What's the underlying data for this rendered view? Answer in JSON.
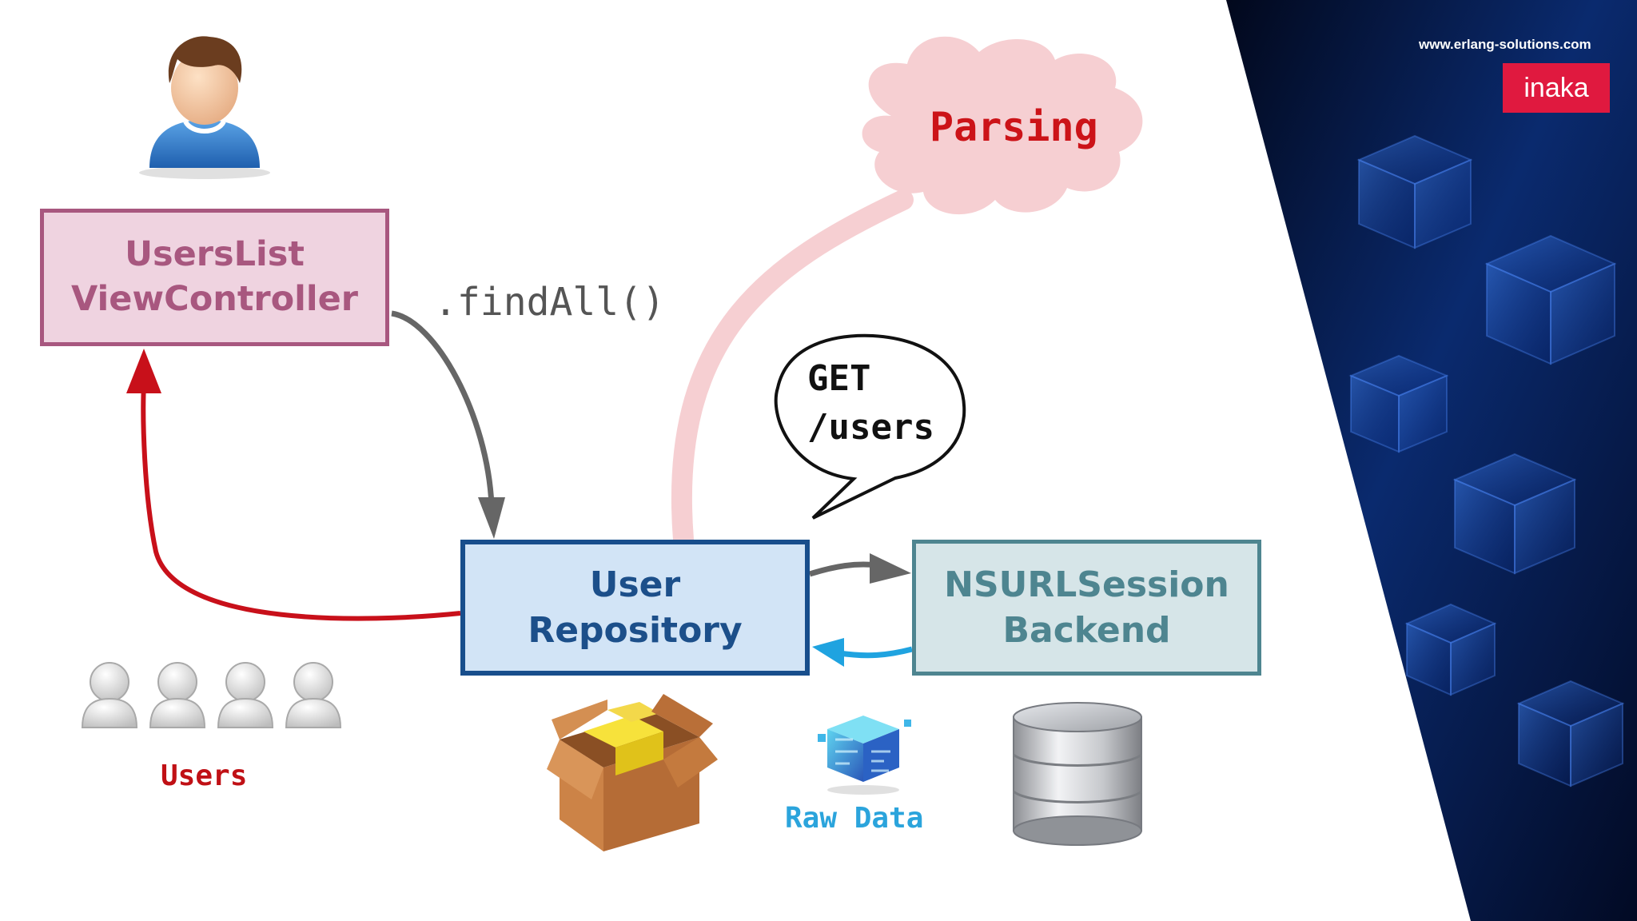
{
  "brand": {
    "website": "www.erlang-solutions.com",
    "logo_text": "inaka",
    "logo_color": "#e0193f"
  },
  "diagram": {
    "nodes": {
      "view_controller": {
        "line1": "UsersList",
        "line2": "ViewController"
      },
      "user_repository": {
        "line1": "User",
        "line2": "Repository"
      },
      "backend": {
        "line1": "NSURLSession",
        "line2": "Backend"
      }
    },
    "labels": {
      "find_all": ".findAll()",
      "request_line1": "GET",
      "request_line2": "/users",
      "parsing": "Parsing",
      "users": "Users",
      "raw_data": "Raw Data"
    },
    "icons": [
      "person-icon",
      "users-group-icon",
      "package-box-icon",
      "raw-data-cube-icon",
      "database-icon"
    ],
    "colors": {
      "view_controller": "#a8577f",
      "user_repository": "#184e8c",
      "backend": "#4e8590",
      "return_arrow": "#c8101a",
      "call_arrow": "#666666",
      "raw_data_arrow": "#1fa3e0",
      "parsing": "#cc1318",
      "parsing_cloud": "#f6cfd2"
    }
  }
}
